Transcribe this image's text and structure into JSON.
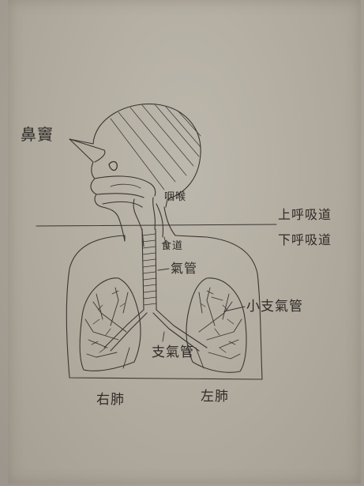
{
  "labels": {
    "nasal_cavity": "鼻竇",
    "pharynx_larynx": "咽喉",
    "upper_airway": "上呼吸道",
    "lower_airway": "下呼吸道",
    "esophagus": "食道",
    "trachea": "氣管",
    "bronchioles": "小支氣管",
    "bronchus": "支氣管",
    "right_lung": "右肺",
    "left_lung": "左肺"
  },
  "colors": {
    "ink": "#2f2b27",
    "paper": "#b5afa4"
  }
}
